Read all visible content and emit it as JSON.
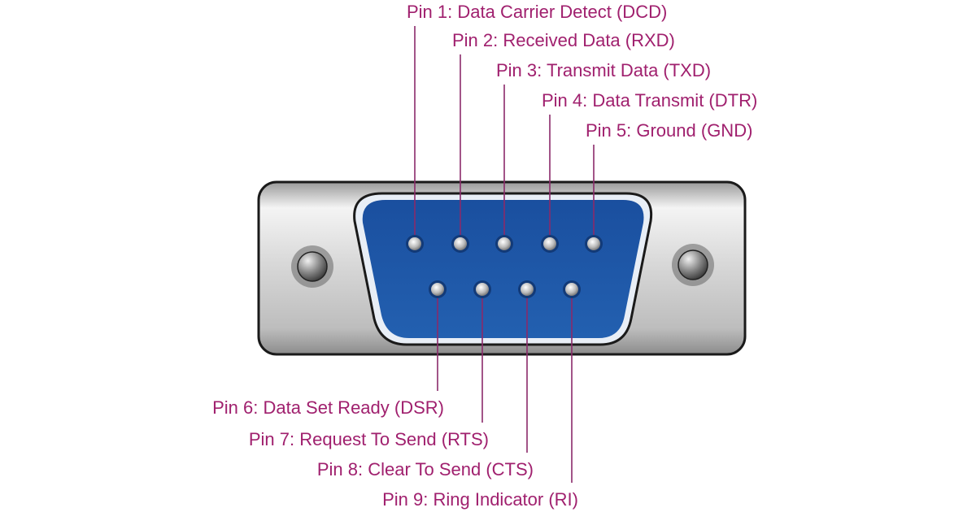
{
  "diagram": {
    "title": "DB9 serial connector pinout",
    "colors": {
      "label": "#a0206e",
      "lead": "#8a2a6a",
      "shell": "#cfcfcf",
      "insert": "#1f56a8"
    },
    "top_row": [
      {
        "pin": 1,
        "label": "Pin 1: Data Carrier Detect (DCD)"
      },
      {
        "pin": 2,
        "label": "Pin 2: Received Data (RXD)"
      },
      {
        "pin": 3,
        "label": "Pin 3: Transmit Data (TXD)"
      },
      {
        "pin": 4,
        "label": "Pin 4: Data Transmit (DTR)"
      },
      {
        "pin": 5,
        "label": "Pin 5: Ground (GND)"
      }
    ],
    "bottom_row": [
      {
        "pin": 6,
        "label": "Pin 6: Data Set Ready (DSR)"
      },
      {
        "pin": 7,
        "label": "Pin 7: Request To Send (RTS)"
      },
      {
        "pin": 8,
        "label": "Pin 8: Clear To Send (CTS)"
      },
      {
        "pin": 9,
        "label": "Pin 9: Ring Indicator (RI)"
      }
    ]
  }
}
